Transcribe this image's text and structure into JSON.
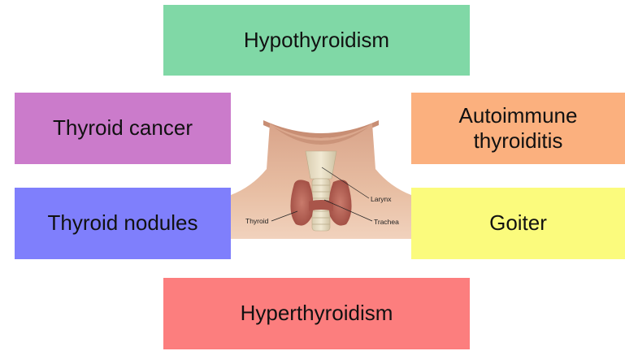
{
  "conditions": {
    "top": "Hypothyroidism",
    "top_left": "Thyroid cancer",
    "top_right_line1": "Autoimmune",
    "top_right_line2": "thyroiditis",
    "middle_left": "Thyroid nodules",
    "middle_right": "Goiter",
    "bottom": "Hyperthyroidism"
  },
  "figure": {
    "labels": {
      "larynx": "Larynx",
      "thyroid": "Thyroid",
      "trachea": "Trachea"
    }
  },
  "colors": {
    "top": "#80d8a6",
    "top_left": "#cb7bcb",
    "top_right": "#fbb07e",
    "middle_left": "#7f7ffc",
    "middle_right": "#fbfb7d",
    "bottom": "#fc7e7e"
  }
}
